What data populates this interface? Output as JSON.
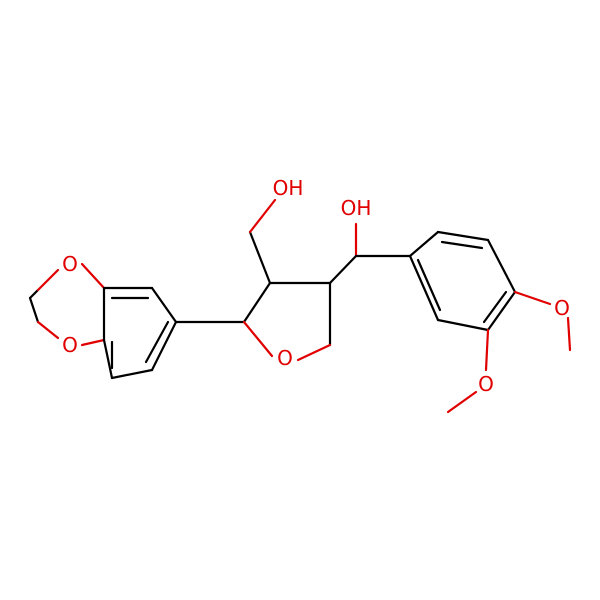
{
  "colors": {
    "background": "#ffffff",
    "bond": "#000000",
    "oxygen": "#e00000"
  },
  "molecule": {
    "labels": {
      "dioxole_o_top": "O",
      "dioxole_o_bottom": "O",
      "ring_o": "O",
      "ch2oh": "OH",
      "choh": "OH",
      "methoxy_para": "O",
      "methoxy_meta": "O"
    }
  }
}
